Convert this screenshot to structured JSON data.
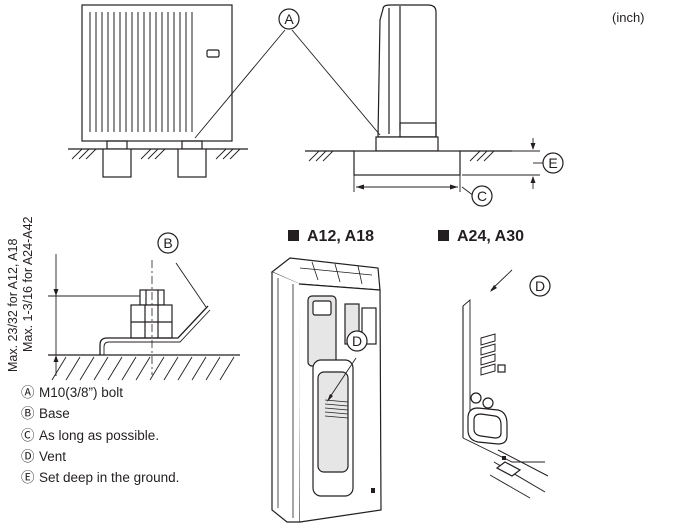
{
  "unit_label": "(inch)",
  "markers": {
    "a": "A",
    "b": "B",
    "c": "C",
    "d": "D",
    "e": "E"
  },
  "height_labels": {
    "line1": "Max. 23/32 for A12, A18",
    "line2": "Max. 1-3/16 for A24-A42"
  },
  "sections": {
    "left": "A12, A18",
    "right": "A24, A30"
  },
  "legend": [
    {
      "mark": "Ⓐ",
      "text": "M10(3/8”) bolt"
    },
    {
      "mark": "Ⓑ",
      "text": "Base"
    },
    {
      "mark": "Ⓒ",
      "text": "As long as possible."
    },
    {
      "mark": "Ⓓ",
      "text": "Vent"
    },
    {
      "mark": "Ⓔ",
      "text": "Set deep in the ground."
    }
  ],
  "colors": {
    "line": "#231f20",
    "background": "#ffffff",
    "fill_shade": "#e6e6e6"
  }
}
